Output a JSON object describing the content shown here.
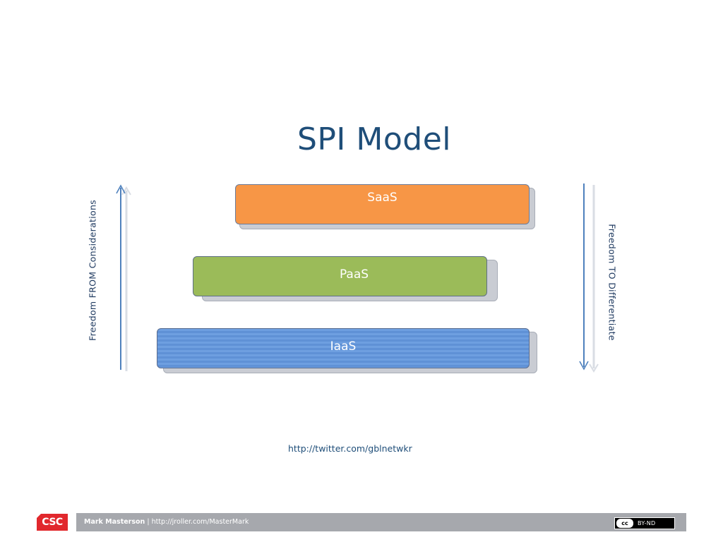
{
  "slide": {
    "title": "SPI Model",
    "layers": {
      "top": "SaaS",
      "middle": "PaaS",
      "bottom": "IaaS"
    },
    "left_axis_label": "Freedom FROM Considerations",
    "right_axis_label": "Freedom TO Differentiate",
    "twitter_link": "http://twitter.com/gblnetwkr"
  },
  "footer": {
    "logo_text": "CSC",
    "author": "Mark Masterson",
    "separator_link": "| http://jroller.com/MasterMark",
    "license_icon": "cc-icon",
    "license_icon_text": "cc",
    "license_text": "BY-ND"
  },
  "colors": {
    "title": "#1f4e79",
    "saas": "#f79646",
    "paas": "#9bbb59",
    "iaas": "#5f91d6",
    "arrow": "#4f81bd",
    "footer_bar": "#a6a8ad",
    "logo": "#e1282d"
  }
}
